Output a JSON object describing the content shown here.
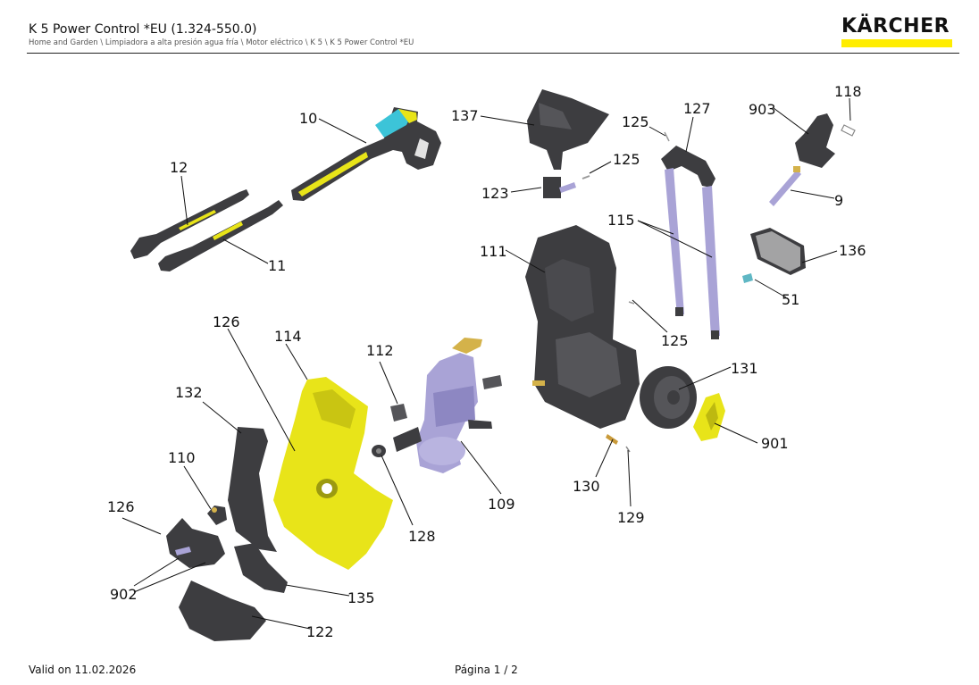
{
  "header": {
    "title": "K 5 Power Control *EU (1.324-550.0)",
    "breadcrumb": "Home and Garden \\ Limpiadora a alta presión agua fría \\ Motor eléctrico \\ K 5 \\ K 5 Power Control *EU",
    "brand": "KÄRCHER"
  },
  "colors": {
    "brand_yellow": "#ffed00",
    "part_dark": "#3d3d40",
    "part_yellow": "#e8e419",
    "part_lavender": "#a9a3d6",
    "part_cyan": "#3cc4d8"
  },
  "parts": {
    "p10": "10",
    "p12": "12",
    "p11": "11",
    "p137": "137",
    "p125a": "125",
    "p127": "127",
    "p903": "903",
    "p118": "118",
    "p125b": "125",
    "p123": "123",
    "p9": "9",
    "p115": "115",
    "p111": "111",
    "p136": "136",
    "p51": "51",
    "p125c": "125",
    "p126a": "126",
    "p114": "114",
    "p112": "112",
    "p131": "131",
    "p132": "132",
    "p901": "901",
    "p110": "110",
    "p130": "130",
    "p109": "109",
    "p126b": "126",
    "p128": "128",
    "p129": "129",
    "p902": "902",
    "p135": "135",
    "p122": "122"
  },
  "footer": {
    "valid": "Valid on 11.02.2026",
    "page": "Página 1 / 2"
  }
}
